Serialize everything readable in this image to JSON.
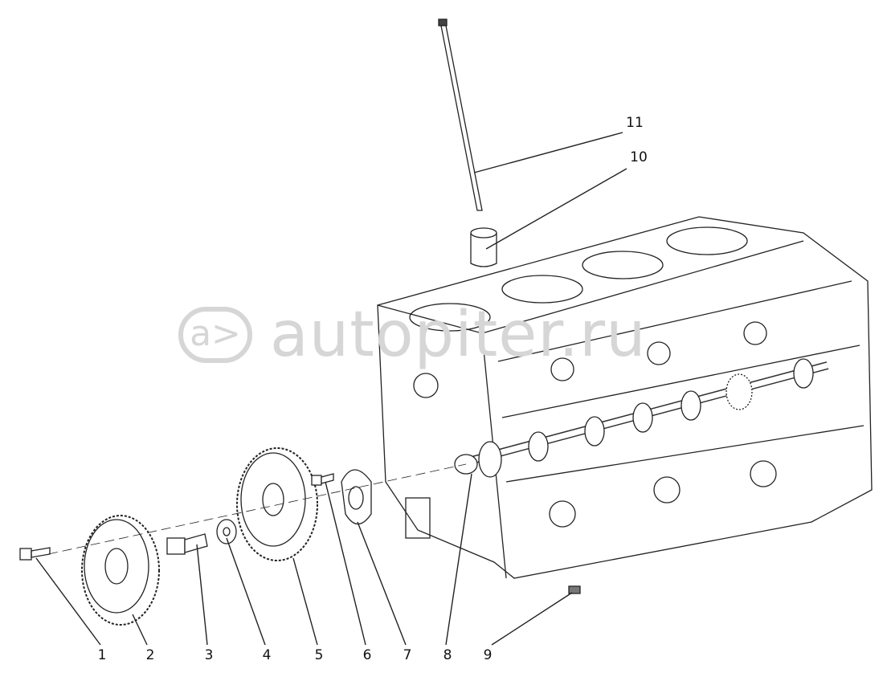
{
  "diagram": {
    "callouts": [
      "1",
      "2",
      "3",
      "4",
      "5",
      "6",
      "7",
      "8",
      "9",
      "10",
      "11"
    ],
    "watermark": {
      "logo": "a>",
      "text": "autopiter.ru"
    }
  }
}
